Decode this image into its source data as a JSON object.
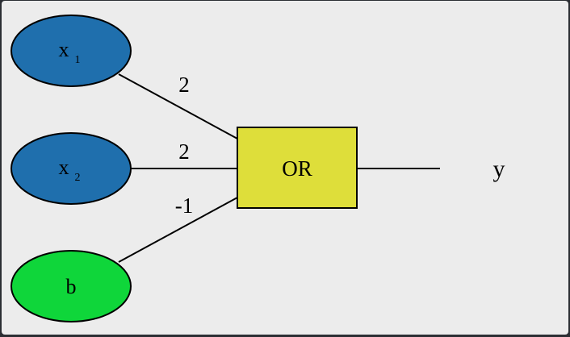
{
  "nodes": {
    "x1": {
      "label": "x",
      "subscript": "1",
      "color": "#1f6fad"
    },
    "x2": {
      "label": "x",
      "subscript": "2",
      "color": "#1f6fad"
    },
    "b": {
      "label": "b",
      "color": "#0fd63a"
    }
  },
  "gate": {
    "label": "OR",
    "color": "#dede3a"
  },
  "weights": {
    "x1": "2",
    "x2": "2",
    "b": "-1"
  },
  "output": {
    "label": "y"
  }
}
